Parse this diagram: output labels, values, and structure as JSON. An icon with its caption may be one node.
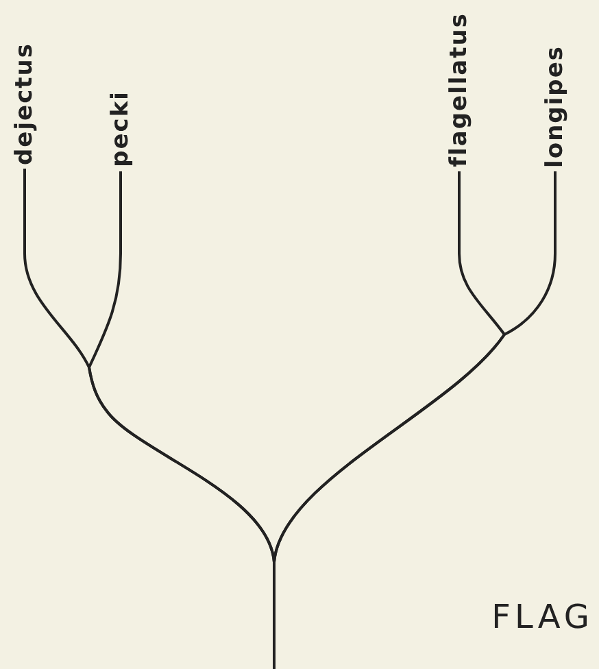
{
  "diagram": {
    "nodes": [
      {
        "text": [
          "dejectus"
        ]
      },
      {
        "text": [
          "pecki"
        ]
      },
      {
        "text": [
          "flagellatus"
        ]
      },
      {
        "text": [
          "longipes"
        ]
      }
    ],
    "edges": [
      {
        "from": null,
        "to": 0,
        "arrow": "none"
      },
      {
        "from": null,
        "to": 1,
        "arrow": "none"
      },
      {
        "from": null,
        "to": 2,
        "arrow": "none"
      },
      {
        "from": null,
        "to": 3,
        "arrow": "none"
      }
    ],
    "labels": [
      "FLAG"
    ]
  }
}
